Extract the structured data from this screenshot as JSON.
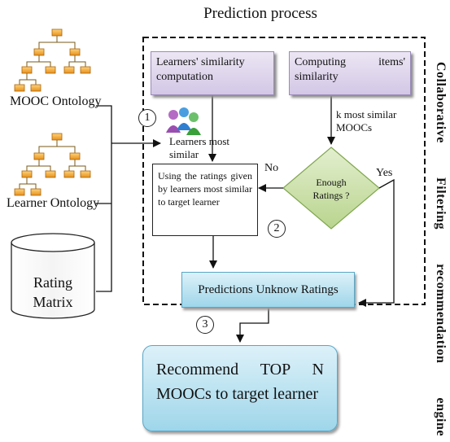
{
  "title": "Prediction process",
  "left_column": {
    "mooc_ontology": "MOOC Ontology",
    "learner_ontology": "Learner Ontology",
    "rating_matrix_line1": "Rating",
    "rating_matrix_line2": "Matrix"
  },
  "steps": {
    "step1": "1",
    "step2": "2",
    "step3": "3"
  },
  "boxes": {
    "learners_similarity": "Learners' similarity computation",
    "items_similarity": "Computing items' similarity",
    "k_most_similar": "k most similar MOOCs",
    "learners_most_similar_line1": "Learners most",
    "learners_most_similar_line2": "similar",
    "using_ratings": "Using the ratings given by learners most similar to target learner",
    "decision": "Enough Ratings ?",
    "no_label": "No",
    "yes_label": "Yes",
    "predictions": "Predictions Unknow Ratings",
    "recommend_line1": "Recommend TOP N",
    "recommend_line2": "MOOCs to target learner"
  },
  "engine_label": "Collaborative Filtering recommendation engine",
  "colors": {
    "ontology_node": "#f0a020",
    "purple_box": "#d3c7e6",
    "decision_fill": "#c6dda0",
    "blue_box": "#9fd6ea"
  }
}
